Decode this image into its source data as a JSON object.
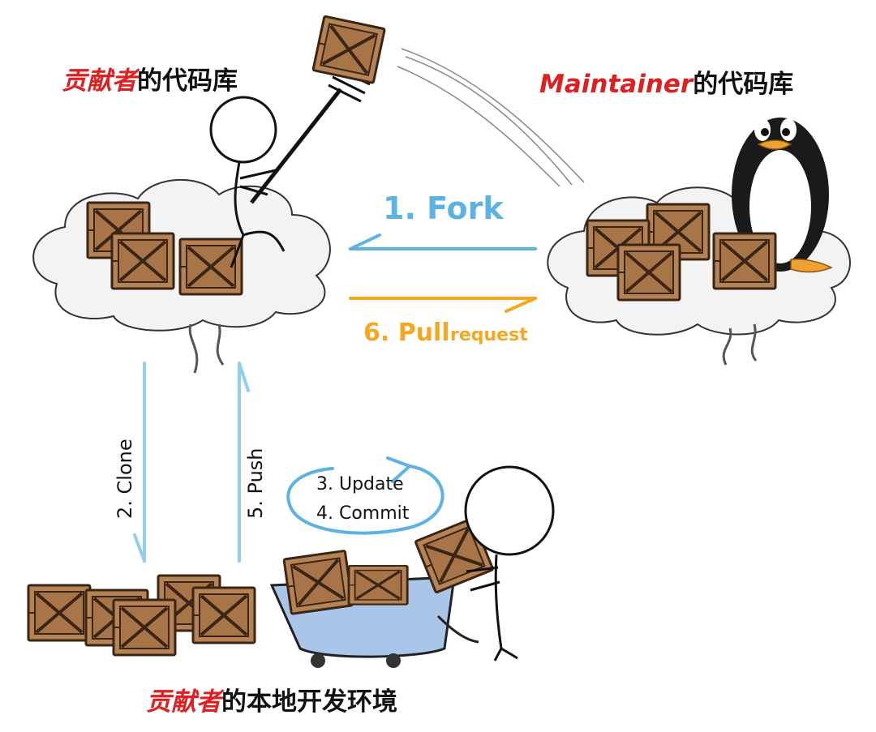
{
  "captions": {
    "contributor_repo": {
      "highlight": "贡献者",
      "rest": "的代码库"
    },
    "maintainer_repo": {
      "highlight": "Maintainer",
      "rest": "的代码库"
    },
    "local_env": {
      "highlight": "贡献者",
      "rest": "的本地开发环境"
    }
  },
  "steps": {
    "fork": "1. Fork",
    "clone": "2. Clone",
    "update": "3. Update",
    "commit": "4. Commit",
    "push": "5. Push",
    "pull_request_main": "6. Pull",
    "pull_request_sub": "request"
  },
  "colors": {
    "highlight": "#e02020",
    "fork_arrow": "#5bb2e3",
    "pr_arrow": "#f5a623",
    "clone_push_arrow": "#8fd0ec",
    "crate": "#b58356",
    "crate_dark": "#7a5232",
    "cloud": "#f3f3f3",
    "cart": "#a9c6e8"
  }
}
